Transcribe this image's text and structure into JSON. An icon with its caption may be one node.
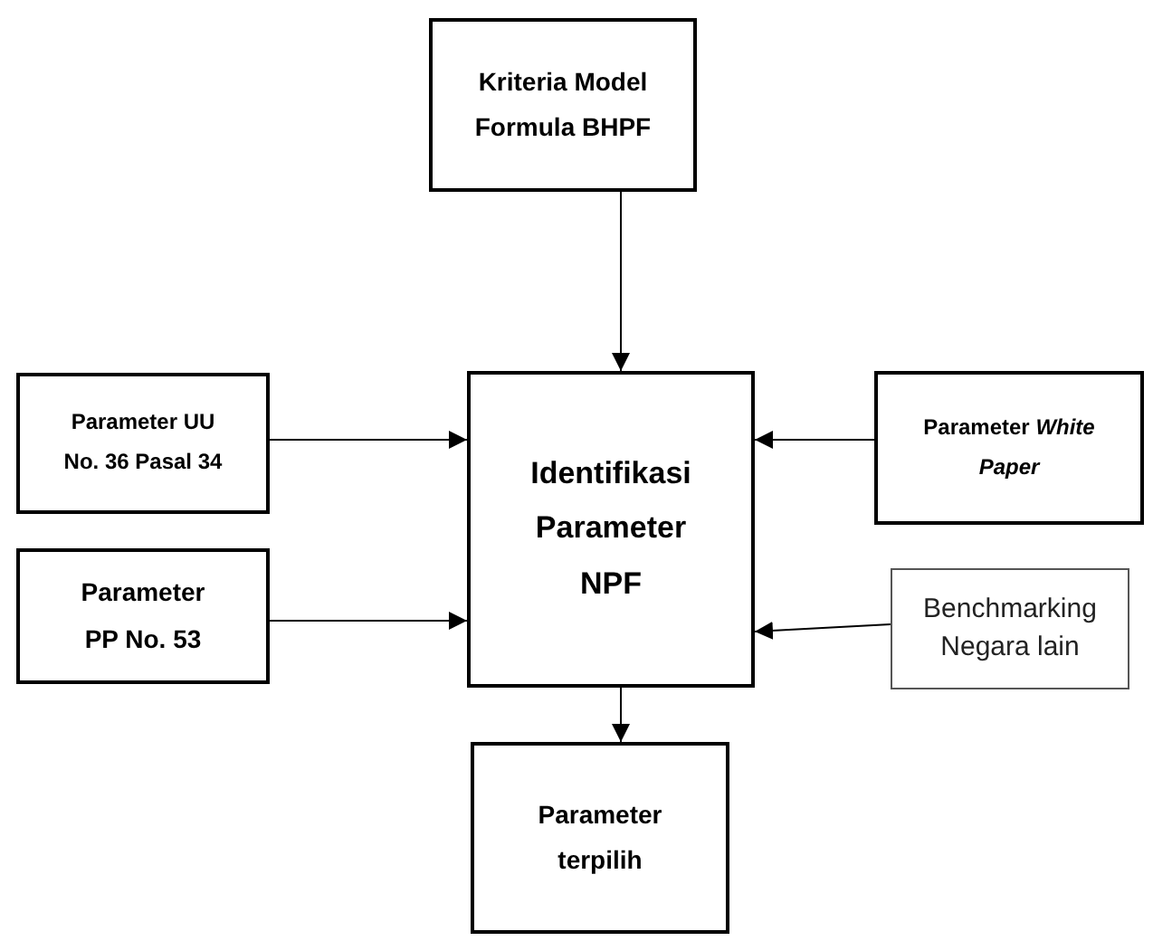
{
  "diagram": {
    "nodes": [
      {
        "text": [
          "Kriteria Model Formula  BHPF"
        ]
      },
      {
        "text": [
          "Parameter UU No. 36 Pasal  34"
        ]
      },
      {
        "text": [
          "Identifikasi Parameter NPF"
        ]
      },
      {
        "text": [
          "Parameter *White Paper*"
        ]
      },
      {
        "text": [
          "Parameter PP No. 53"
        ]
      },
      {
        "text": [
          "Benchmarking Negara lain"
        ]
      },
      {
        "text": [
          "Parameter terpilih"
        ]
      }
    ],
    "edges": [
      {
        "from": 0,
        "to": 2,
        "arrow": "to"
      },
      {
        "from": 1,
        "to": 2,
        "arrow": "to"
      },
      {
        "from": 3,
        "to": 2,
        "arrow": "to"
      },
      {
        "from": 4,
        "to": 2,
        "arrow": "to"
      },
      {
        "from": 5,
        "to": 2,
        "arrow": "to"
      },
      {
        "from": 2,
        "to": 6,
        "arrow": "to"
      }
    ]
  }
}
